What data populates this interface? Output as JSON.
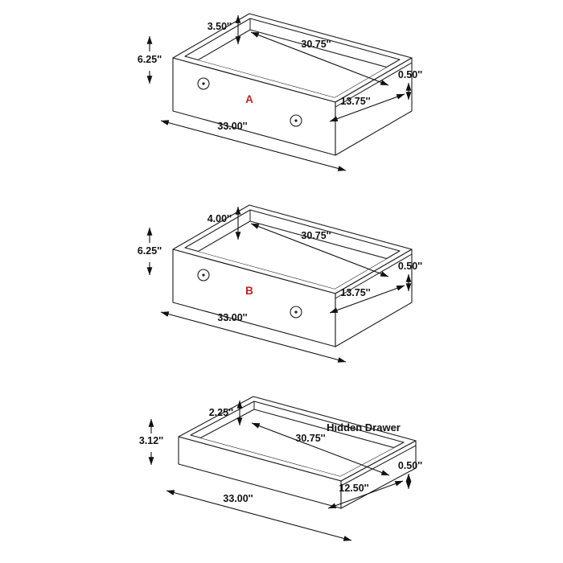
{
  "page": {
    "background": "#ffffff",
    "line_color": "#1c1c1c",
    "accent_red": "#c42222"
  },
  "drawers": [
    {
      "name": "drawer-a",
      "label": "A",
      "dims": {
        "back_height": "3.50''",
        "front_height": "6.25''",
        "inner_width": "30.75''",
        "wall_thickness": "0.50''",
        "inner_depth": "13.75''",
        "outer_width": "33.00''"
      }
    },
    {
      "name": "drawer-b",
      "label": "B",
      "dims": {
        "back_height": "4.00''",
        "front_height": "6.25''",
        "inner_width": "30.75''",
        "wall_thickness": "0.50''",
        "inner_depth": "13.75''",
        "outer_width": "33.00''"
      }
    },
    {
      "name": "drawer-hidden",
      "label": "Hidden Drawer",
      "dims": {
        "back_height": "2.25''",
        "front_height": "3.12''",
        "inner_width": "30.75''",
        "wall_thickness": "0.50''",
        "inner_depth": "12.50''",
        "outer_width": "33.00''"
      }
    }
  ]
}
